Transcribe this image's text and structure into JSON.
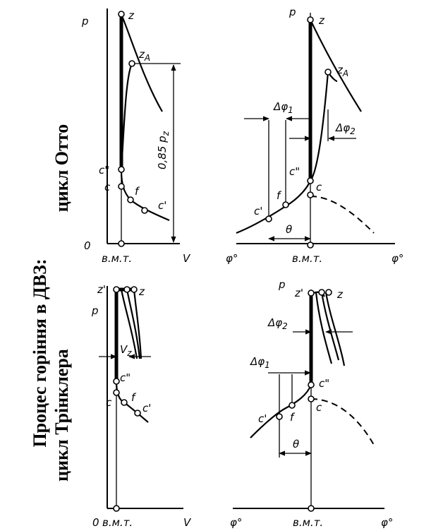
{
  "side_title": {
    "line1": "Процес горіння в ДВЗ:",
    "otto": "цикл Отто",
    "trinkler": "цикл Трінклера"
  },
  "top_left": {
    "p": "p",
    "zero": "0",
    "tdc": "в.м.т.",
    "v": "V",
    "z": "z",
    "za": "z",
    "za_sub": "A",
    "dim": "0,85 p",
    "dim_sub": "z",
    "c2": "c\"",
    "c": "c",
    "f": "f",
    "c1": "c'"
  },
  "top_right": {
    "p": "p",
    "phi_l": "φ°",
    "tdc": "в.м.т.",
    "phi_r": "φ°",
    "z": "z",
    "za": "z",
    "za_sub": "A",
    "dphi1": "Δφ",
    "dphi1_sub": "1",
    "dphi2": "Δφ",
    "dphi2_sub": "2",
    "c2": "c\"",
    "c": "c",
    "f": "f",
    "c1": "c'",
    "theta": "θ"
  },
  "bottom_left": {
    "p": "p",
    "zp": "z'",
    "z": "z",
    "vz": "V",
    "vz_sub": "z",
    "c2": "c\"",
    "c": "c",
    "f": "f",
    "c1": "c'",
    "zero": "0",
    "tdc": "в.м.т.",
    "v": "V"
  },
  "bottom_right": {
    "p": "p",
    "zp": "z'",
    "z": "z",
    "dphi2": "Δφ",
    "dphi2_sub": "2",
    "dphi1": "Δφ",
    "dphi1_sub": "1",
    "c2": "c\"",
    "c": "c",
    "f": "f",
    "c1": "c'",
    "theta": "θ",
    "phi_l": "φ°",
    "tdc": "в.м.т.",
    "phi_r": "φ°"
  }
}
